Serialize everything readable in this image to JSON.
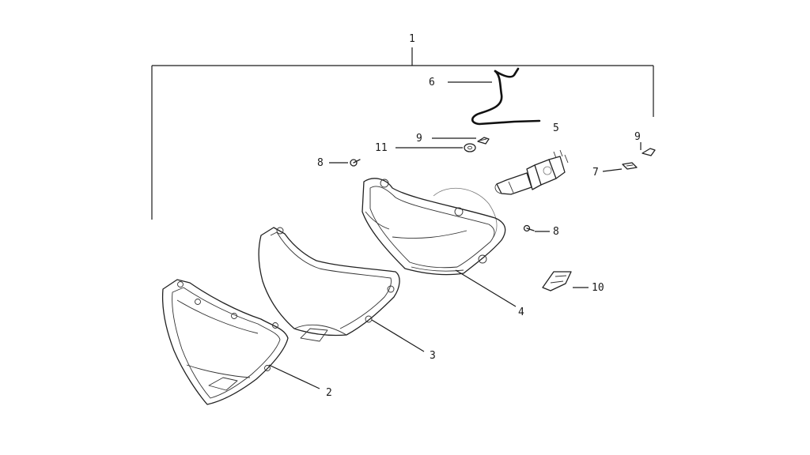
{
  "callouts": {
    "c1": "1",
    "c2": "2",
    "c3": "3",
    "c4": "4",
    "c5": "5",
    "c6": "6",
    "c7": "7",
    "c8a": "8",
    "c8b": "8",
    "c9a": "9",
    "c9b": "9",
    "c10": "10",
    "c11": "11"
  }
}
